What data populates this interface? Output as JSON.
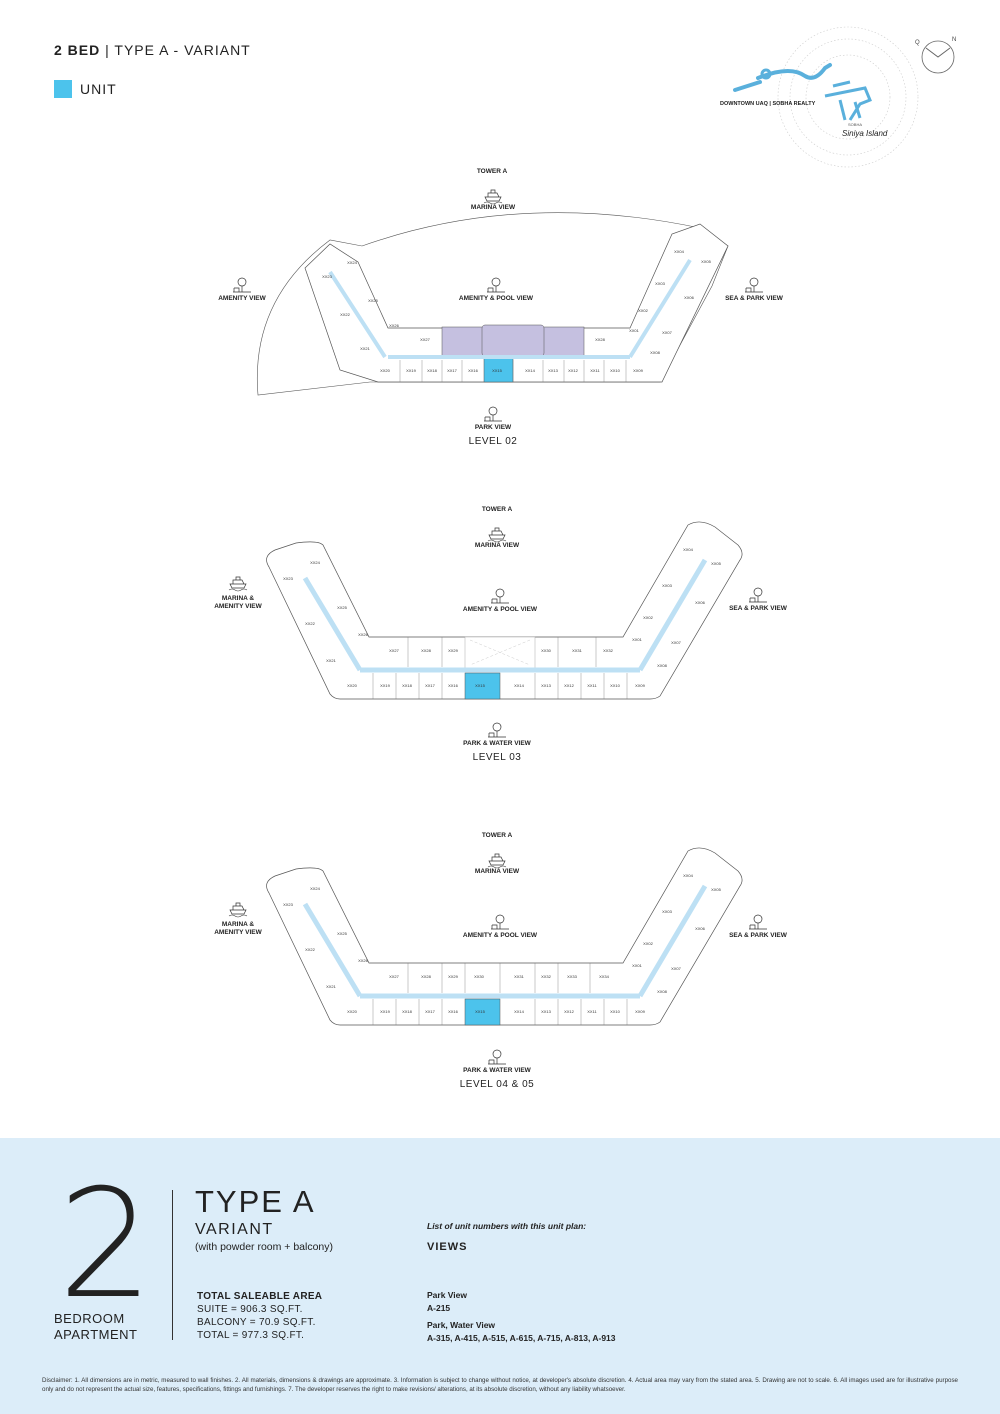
{
  "header": {
    "bed": "2 BED",
    "separator": " | ",
    "type": "TYPE A - VARIANT"
  },
  "legend": {
    "label": "UNIT",
    "color": "#4cc3ec"
  },
  "logo": {
    "left_text": "DOWNTOWN UAQ | SOBHA REALTY",
    "brand_small": "SOBHA",
    "brand_script": "Siniya Island",
    "compass_q": "Q",
    "compass_n": "N"
  },
  "levels": [
    {
      "name": "LEVEL 02",
      "tower": "TOWER A",
      "views": {
        "top": "MARINA VIEW",
        "center": "AMENITY & POOL VIEW",
        "left": "AMENITY VIEW",
        "right": "SEA & PARK VIEW",
        "bottom": "PARK VIEW"
      },
      "units": {
        "bottom": [
          "XX20",
          "XX19",
          "XX18",
          "XX17",
          "XX16",
          "XX15",
          "XX14",
          "XX13",
          "XX12",
          "XX11",
          "XX10",
          "XX09"
        ],
        "top": [
          "XX27",
          "XX28"
        ],
        "left": [
          "XX23",
          "XX24",
          "XX22",
          "XX25",
          "XX26",
          "XX21"
        ],
        "right": [
          "XX04",
          "XX05",
          "XX03",
          "XX06",
          "XX02",
          "XX07",
          "XX01",
          "XX08"
        ]
      }
    },
    {
      "name": "LEVEL 03",
      "tower": "TOWER A",
      "views": {
        "top": "MARINA VIEW",
        "center": "AMENITY & POOL VIEW",
        "left": "MARINA & AMENITY VIEW",
        "right": "SEA & PARK VIEW",
        "bottom": "PARK & WATER VIEW"
      },
      "units": {
        "bottom": [
          "XX20",
          "XX19",
          "XX18",
          "XX17",
          "XX16",
          "XX15",
          "XX14",
          "XX13",
          "XX12",
          "XX11",
          "XX10",
          "XX09"
        ],
        "top": [
          "XX27",
          "XX28",
          "XX29",
          "XX30",
          "XX31",
          "XX32"
        ],
        "left": [
          "XX23",
          "XX24",
          "XX22",
          "XX25",
          "XX26",
          "XX21"
        ],
        "right": [
          "XX04",
          "XX05",
          "XX03",
          "XX06",
          "XX02",
          "XX07",
          "XX01",
          "XX08"
        ]
      }
    },
    {
      "name": "LEVEL 04 & 05",
      "tower": "TOWER A",
      "views": {
        "top": "MARINA VIEW",
        "center": "AMENITY & POOL VIEW",
        "left": "MARINA & AMENITY VIEW",
        "right": "SEA & PARK VIEW",
        "bottom": "PARK & WATER VIEW"
      },
      "units": {
        "bottom": [
          "XX20",
          "XX19",
          "XX18",
          "XX17",
          "XX16",
          "XX15",
          "XX14",
          "XX13",
          "XX12",
          "XX11",
          "XX10",
          "XX09"
        ],
        "top": [
          "XX27",
          "XX28",
          "XX29",
          "XX30",
          "XX31",
          "XX32",
          "XX33",
          "XX34"
        ],
        "left": [
          "XX23",
          "XX24",
          "XX22",
          "XX25",
          "XX26",
          "XX21"
        ],
        "right": [
          "XX04",
          "XX05",
          "XX03",
          "XX06",
          "XX02",
          "XX07",
          "XX01",
          "XX08"
        ]
      }
    }
  ],
  "summary": {
    "bedrooms": "2",
    "bedroom_label_1": "BEDROOM",
    "bedroom_label_2": "APARTMENT",
    "type": "TYPE A",
    "variant": "VARIANT",
    "variant_note": "(with powder room + balcony)",
    "area_title": "TOTAL SALEABLE AREA",
    "suite": "SUITE = 906.3 SQ.FT.",
    "balcony": "BALCONY = 70.9 SQ.FT.",
    "total": "TOTAL = 977.3 SQ.FT.",
    "list_header": "List of unit numbers with this unit plan:",
    "views_title": "VIEWS",
    "view_groups": [
      {
        "name": "Park View",
        "units": "A-215"
      },
      {
        "name": "Park, Water View",
        "units": "A-315, A-415, A-515, A-615, A-715, A-813, A-913"
      }
    ]
  },
  "disclaimer": "Disclaimer: 1. All dimensions are in metric, measured to wall finishes. 2. All materials, dimensions & drawings are approximate. 3. Information is subject to change without notice, at developer's absolute discretion. 4. Actual area may vary from the stated area. 5. Drawing are not to scale. 6. All images used are for illustrative purpose only and do not represent the actual size, features, specifications, fittings and furnishings. 7. The developer reserves the right to make revisions/ alterations, at its absolute discretion, without any liability whatsoever."
}
